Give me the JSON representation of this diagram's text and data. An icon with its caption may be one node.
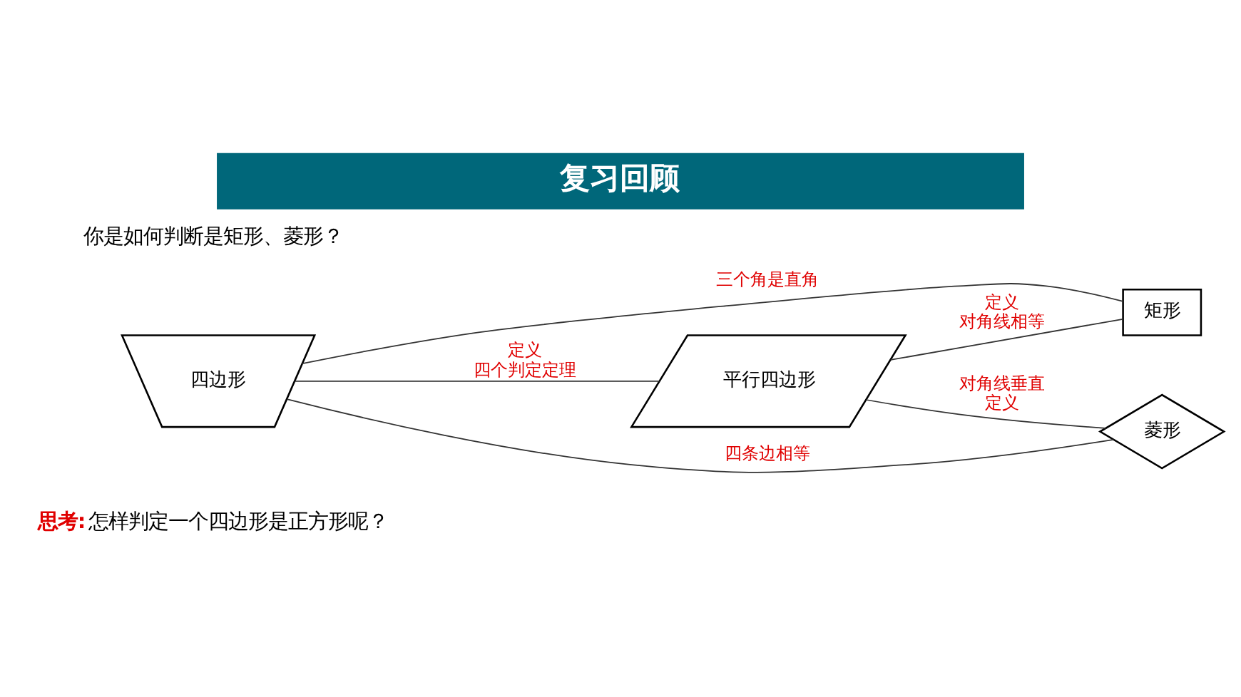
{
  "diagram": {
    "title": "复习回顾",
    "nodes": [
      {
        "text": [
          "四边形"
        ]
      },
      {
        "text": [
          "平行四边形"
        ]
      },
      {
        "text": [
          "矩形"
        ]
      },
      {
        "text": [
          "菱形"
        ]
      }
    ],
    "edges": [
      {
        "from": 0,
        "to": 2,
        "arrow": "none",
        "label": "三个角是直角"
      },
      {
        "from": 0,
        "to": 1,
        "arrow": "none",
        "label": [
          "定义",
          "四个判定定理"
        ]
      },
      {
        "from": 1,
        "to": 2,
        "arrow": "none",
        "label": [
          "定义",
          "对角线相等"
        ]
      },
      {
        "from": 1,
        "to": 3,
        "arrow": "none",
        "label": [
          "对角线垂直",
          "定义"
        ]
      },
      {
        "from": 0,
        "to": 3,
        "arrow": "none",
        "label": "四条边相等"
      }
    ],
    "labels": [
      "你是如何判断是矩形、菱形？",
      "**思考:**怎样判定一个四边形是正方形呢？"
    ]
  }
}
